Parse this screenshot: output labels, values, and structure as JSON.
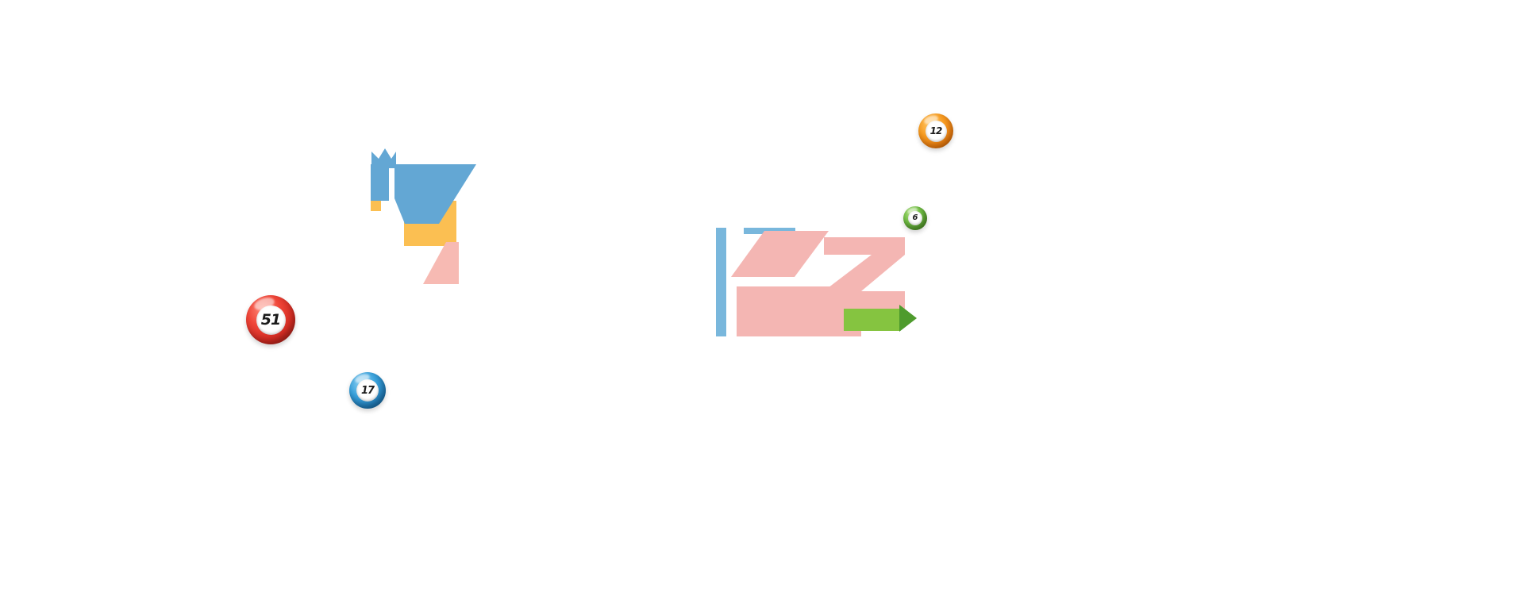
{
  "page": {
    "background_color": "#ffffff",
    "description": "mostly blank white page with scattered decorative logo fragments and bingo balls"
  },
  "decor": {
    "left_cluster": {
      "label": "abstract-logo-fragment-left",
      "blue": "#63a7d4",
      "yellow": "#fbbf52",
      "pink": "#f7bab3"
    },
    "right_cluster": {
      "label": "abstract-logo-fragment-right",
      "blue": "#79b7dc",
      "pink": "#f4b6b3",
      "green": "#85c440",
      "green_dark": "#4e9b2d"
    }
  },
  "balls": [
    {
      "name": "red-bingo-ball",
      "number": "51",
      "color": "#e23a2e"
    },
    {
      "name": "blue-bingo-ball",
      "number": "17",
      "color": "#2f9ad6"
    },
    {
      "name": "orange-bingo-ball",
      "number": "12",
      "color": "#f6921e"
    },
    {
      "name": "green-bingo-ball",
      "number": "6",
      "color": "#6fbf44"
    }
  ]
}
